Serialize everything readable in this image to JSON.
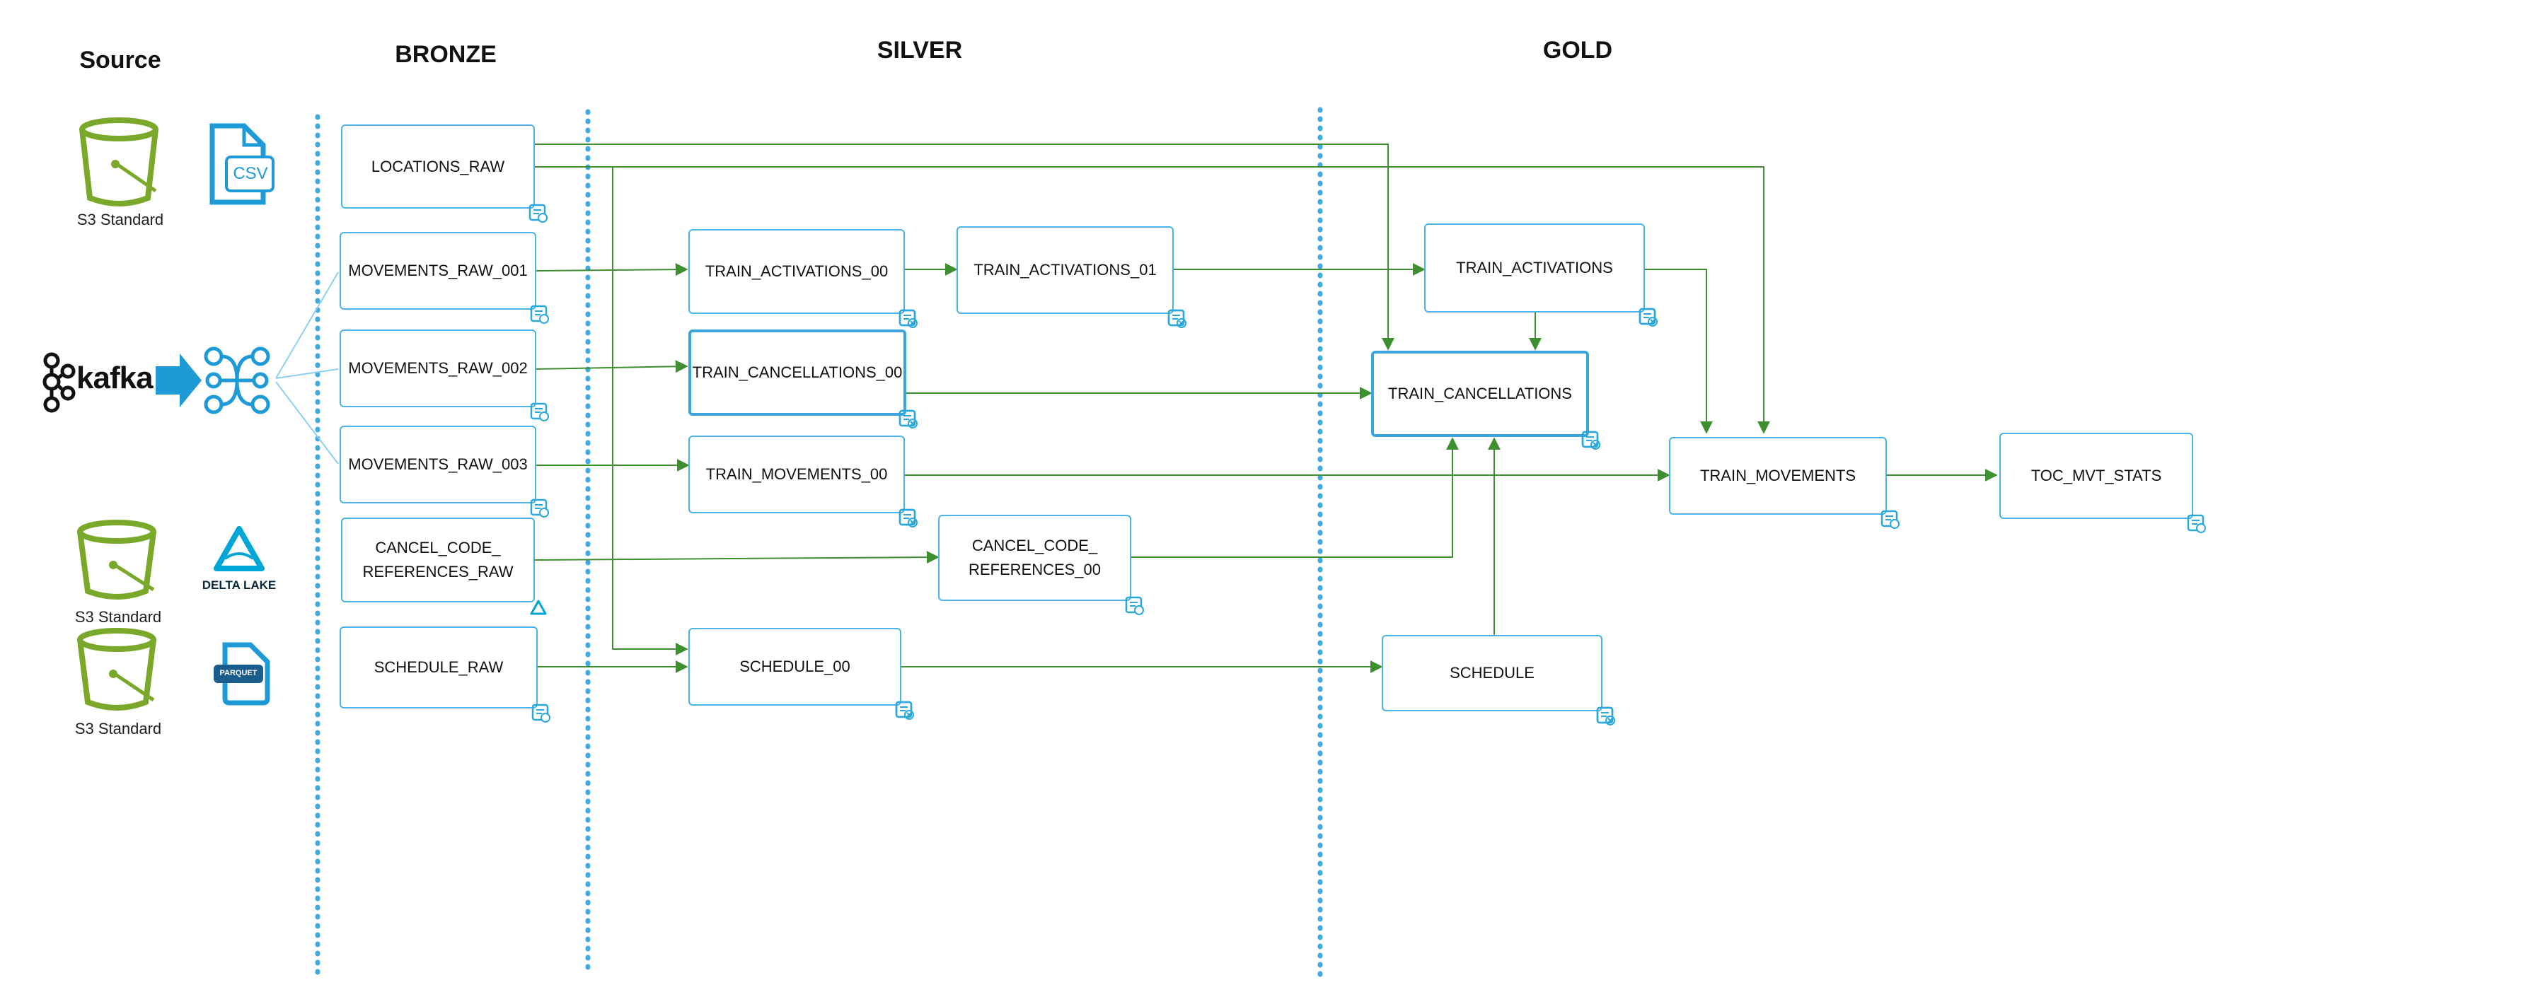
{
  "colors": {
    "layer_line": "#3fa9e0",
    "node_border": "#49b3e6",
    "edge": "#3d8f2f",
    "bucket": "#7aa82a"
  },
  "headers": {
    "source": "Source",
    "bronze": "BRONZE",
    "silver": "SILVER",
    "gold": "GOLD"
  },
  "sources": {
    "s3_1": "S3 Standard",
    "s3_2": "S3 Standard",
    "s3_3": "S3 Standard",
    "kafka": "kafka",
    "csv": "CSV",
    "delta": "DELTA LAKE",
    "parquet": "PARQUET"
  },
  "nodes": {
    "locations_raw": "LOCATIONS_RAW",
    "movements_raw_001": "MOVEMENTS_RAW_001",
    "movements_raw_002": "MOVEMENTS_RAW_002",
    "movements_raw_003": "MOVEMENTS_RAW_003",
    "cancel_code_references_raw": "CANCEL_CODE_\nREFERENCES_RAW",
    "schedule_raw": "SCHEDULE_RAW",
    "train_activations_00": "TRAIN_ACTIVATIONS_00",
    "train_activations_01": "TRAIN_ACTIVATIONS_01",
    "train_cancellations_00": "TRAIN_CANCELLATIONS_00",
    "train_movements_00": "TRAIN_MOVEMENTS_00",
    "cancel_code_references_00": "CANCEL_CODE_\nREFERENCES_00",
    "schedule_00": "SCHEDULE_00",
    "train_activations": "TRAIN_ACTIVATIONS",
    "train_cancellations": "TRAIN_CANCELLATIONS",
    "schedule": "SCHEDULE",
    "train_movements": "TRAIN_MOVEMENTS",
    "toc_mvt_stats": "TOC_MVT_STATS"
  }
}
